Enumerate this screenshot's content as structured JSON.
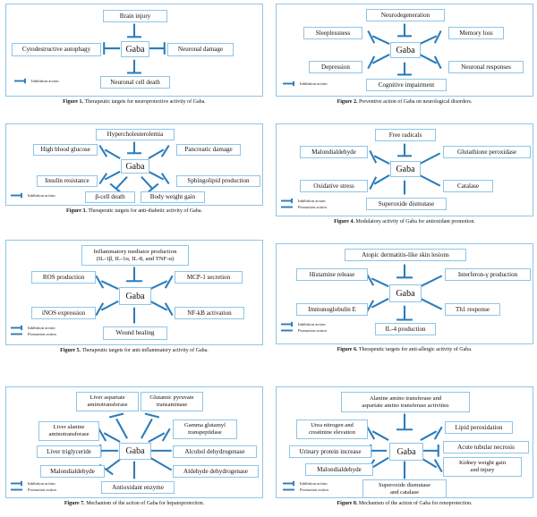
{
  "document": {
    "kind": "scientific-figure-panel",
    "colors": {
      "panel_border": "#8ec5e8",
      "node_border": "#8ec5e8",
      "connector": "#2b7cba",
      "background": "#ffffff",
      "text": "#111111"
    },
    "legend_labels": {
      "inhibition": "Inhibition action",
      "promotion": "Promotion action"
    },
    "center_label": "Gaba"
  },
  "figures": [
    {
      "id": "figure-1",
      "number": "Figure 1.",
      "caption": "Therapeutic targets for neuroprotective activity of Gaba.",
      "center": "Gaba",
      "legend": [
        "Inhibition action"
      ],
      "nodes": [
        {
          "label": "Brain injury",
          "relation": "inhibition",
          "position": "top"
        },
        {
          "label": "Cytodestructive autophagy",
          "relation": "inhibition",
          "position": "left"
        },
        {
          "label": "Neuronal damage",
          "relation": "inhibition",
          "position": "right"
        },
        {
          "label": "Neuronal cell death",
          "relation": "inhibition",
          "position": "bottom"
        }
      ]
    },
    {
      "id": "figure-2",
      "number": "Figure 2.",
      "caption": "Preventive action of Gaba on neurological disorders.",
      "center": "Gaba",
      "legend": [
        "Inhibition action"
      ],
      "nodes": [
        {
          "label": "Neurodegeneration",
          "relation": "inhibition",
          "position": "top"
        },
        {
          "label": "Sleeplessness",
          "relation": "inhibition",
          "position": "upper-left"
        },
        {
          "label": "Memory loss",
          "relation": "inhibition",
          "position": "upper-right"
        },
        {
          "label": "Depression",
          "relation": "inhibition",
          "position": "lower-left"
        },
        {
          "label": "Neuronal responses",
          "relation": "inhibition",
          "position": "lower-right"
        },
        {
          "label": "Cognitive impairment",
          "relation": "inhibition",
          "position": "bottom"
        }
      ]
    },
    {
      "id": "figure-3",
      "number": "Figure 3.",
      "caption": "Therapeutic targets for anti-diabetic activity of Gaba.",
      "center": "Gaba",
      "legend": [
        "Inhibition action"
      ],
      "nodes": [
        {
          "label": "Hypercholesterolemia",
          "relation": "inhibition",
          "position": "top"
        },
        {
          "label": "High blood glucose",
          "relation": "inhibition",
          "position": "upper-left"
        },
        {
          "label": "Pancreatic damage",
          "relation": "inhibition",
          "position": "upper-right"
        },
        {
          "label": "Insulin resistance",
          "relation": "inhibition",
          "position": "lower-left"
        },
        {
          "label": "Sphingolipid production",
          "relation": "inhibition",
          "position": "lower-right"
        },
        {
          "label": "β-cell death",
          "relation": "inhibition",
          "position": "bottom-left"
        },
        {
          "label": "Body weight gain",
          "relation": "inhibition",
          "position": "bottom-right"
        }
      ]
    },
    {
      "id": "figure-4",
      "number": "Figure 4.",
      "caption": "Modulatory activity of Gaba for antioxidant promotion.",
      "center": "Gaba",
      "legend": [
        "Inhibition action",
        "Promotion action"
      ],
      "nodes": [
        {
          "label": "Free radicals",
          "relation": "inhibition",
          "position": "top"
        },
        {
          "label": "Malondialdehyde",
          "relation": "inhibition",
          "position": "upper-left"
        },
        {
          "label": "Glutathione peroxidase",
          "relation": "promotion",
          "position": "upper-right"
        },
        {
          "label": "Oxidative stress",
          "relation": "inhibition",
          "position": "lower-left"
        },
        {
          "label": "Catalase",
          "relation": "promotion",
          "position": "lower-right"
        },
        {
          "label": "Superoxide dismutase",
          "relation": "promotion",
          "position": "bottom"
        }
      ]
    },
    {
      "id": "figure-5",
      "number": "Figure 5.",
      "caption": "Therapeutic targets for anti-inflammatory activity of Gaba.",
      "center": "Gaba",
      "legend": [
        "Inhibition action",
        "Promotion action"
      ],
      "nodes": [
        {
          "label": "Inflammatory mediator production\n(IL-1β, IL-1α, IL-8, and TNF-α)",
          "relation": "inhibition",
          "position": "top"
        },
        {
          "label": "ROS production",
          "relation": "inhibition",
          "position": "upper-left"
        },
        {
          "label": "MCP-1 secretion",
          "relation": "inhibition",
          "position": "upper-right"
        },
        {
          "label": "iNOS expression",
          "relation": "inhibition",
          "position": "lower-left"
        },
        {
          "label": "NF-kB activation",
          "relation": "inhibition",
          "position": "lower-right"
        },
        {
          "label": "Wound healing",
          "relation": "promotion",
          "position": "bottom"
        }
      ]
    },
    {
      "id": "figure-6",
      "number": "Figure 6.",
      "caption": "Therapeutic targets for anti-allergic activity of Gaba.",
      "center": "Gaba",
      "legend": [
        "Inhibition action",
        "Promotion action"
      ],
      "nodes": [
        {
          "label": "Atopic dermatitis-like skin lesions",
          "relation": "inhibition",
          "position": "top"
        },
        {
          "label": "Histamine release",
          "relation": "inhibition",
          "position": "upper-left"
        },
        {
          "label": "Interferon-γ production",
          "relation": "promotion",
          "position": "upper-right"
        },
        {
          "label": "Immunoglobulin E",
          "relation": "inhibition",
          "position": "lower-left"
        },
        {
          "label": "Th1 response",
          "relation": "promotion",
          "position": "lower-right"
        },
        {
          "label": "IL-4 production",
          "relation": "inhibition",
          "position": "bottom"
        }
      ]
    },
    {
      "id": "figure-7",
      "number": "Figure 7.",
      "caption": "Mechanism of the action of Gaba for hepatoprotection.",
      "center": "Gaba",
      "legend": [
        "Inhibition action",
        "Promotion action"
      ],
      "nodes": [
        {
          "label": "Liver aspartate\naminotransferase",
          "relation": "inhibition",
          "position": "top-left"
        },
        {
          "label": "Glutamic pyruvate\ntransaminase",
          "relation": "inhibition",
          "position": "top-right"
        },
        {
          "label": "Liver alanine\naminotransferase",
          "relation": "inhibition",
          "position": "upper-left"
        },
        {
          "label": "Gamma glutamyl\ntranspeptidase",
          "relation": "inhibition",
          "position": "upper-right"
        },
        {
          "label": "Liver triglyceride",
          "relation": "inhibition",
          "position": "left"
        },
        {
          "label": "Alcohol dehydrogenase",
          "relation": "promotion",
          "position": "right"
        },
        {
          "label": "Malondialdehyde",
          "relation": "inhibition",
          "position": "lower-left"
        },
        {
          "label": "Aldehyde dehydrogenase",
          "relation": "promotion",
          "position": "lower-right"
        },
        {
          "label": "Antioxidant enzyme",
          "relation": "promotion",
          "position": "bottom"
        }
      ]
    },
    {
      "id": "figure-8",
      "number": "Figure 8.",
      "caption": "Mechanism of the action of Gaba for renoprotection.",
      "center": "Gaba",
      "legend": [
        "Inhibition action",
        "Promotion action"
      ],
      "nodes": [
        {
          "label": "Alanine amino transferase and\naspartate amino transferase activities",
          "relation": "inhibition",
          "position": "top"
        },
        {
          "label": "Urea nitrogen and\ncreatinine elevation",
          "relation": "inhibition",
          "position": "upper-left"
        },
        {
          "label": "Lipid peroxidation",
          "relation": "inhibition",
          "position": "upper-right"
        },
        {
          "label": "Urinary protein increase",
          "relation": "inhibition",
          "position": "left"
        },
        {
          "label": "Acute tubular necrosis",
          "relation": "inhibition",
          "position": "right"
        },
        {
          "label": "Malondialdehyde",
          "relation": "inhibition",
          "position": "lower-left"
        },
        {
          "label": "Kidney weight gain\nand injury",
          "relation": "inhibition",
          "position": "lower-right"
        },
        {
          "label": "Superoxide dismutase\nand catalase",
          "relation": "promotion",
          "position": "bottom"
        }
      ]
    }
  ]
}
